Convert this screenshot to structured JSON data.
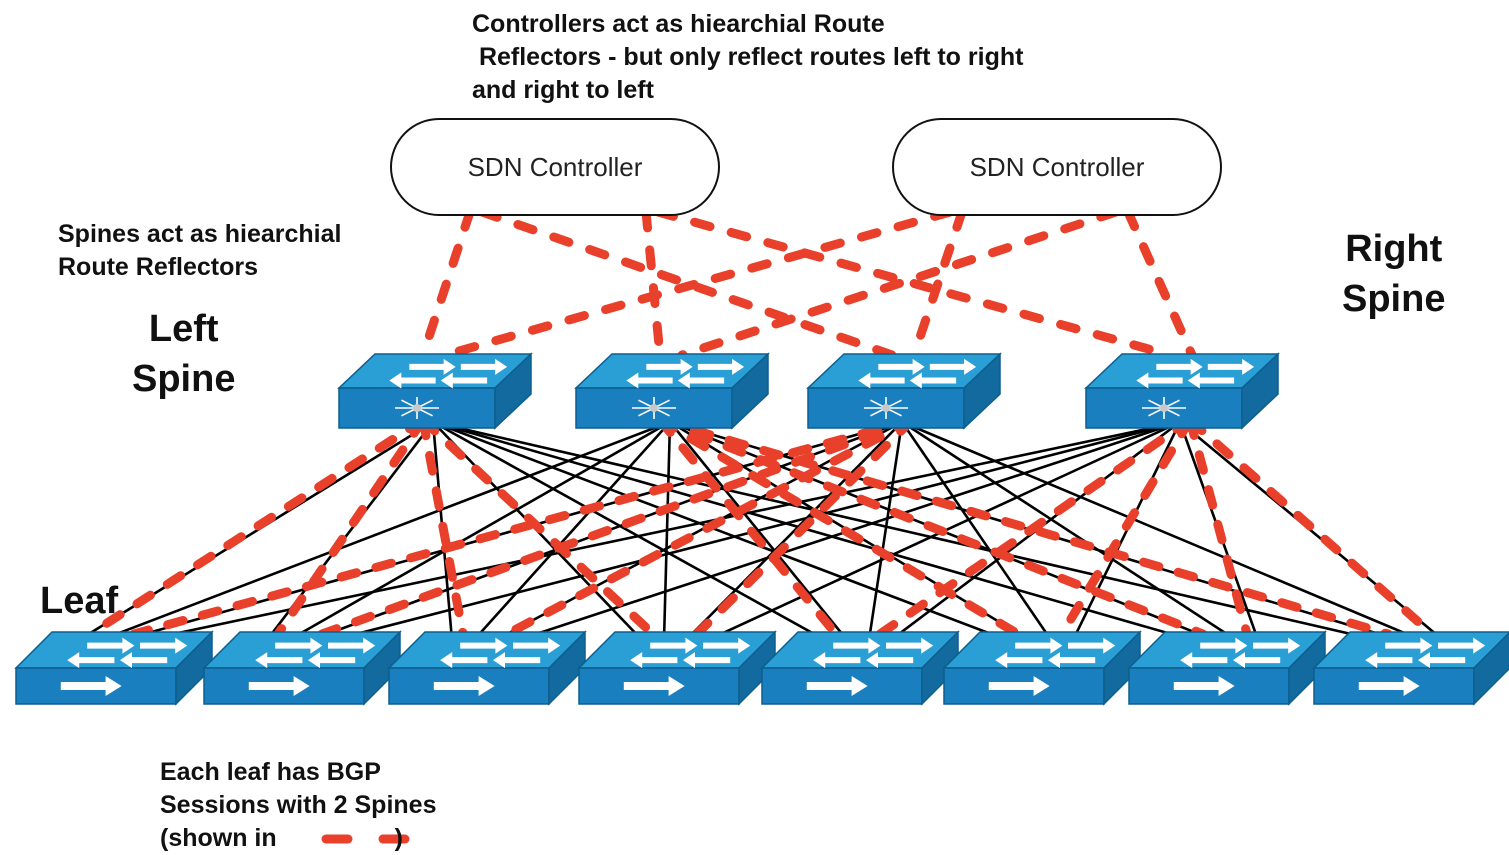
{
  "notes": {
    "controllers_note": [
      "Controllers act as hiearchial Route",
      " Reflectors - but only reflect routes left to right",
      "and right to left"
    ],
    "spines_note": [
      "Spines act as hiearchial",
      "Route Reflectors"
    ],
    "leaf_note": [
      "Each leaf has BGP",
      "Sessions with 2 Spines",
      "(shown in",
      ")"
    ]
  },
  "labels": {
    "left_spine": [
      "Left",
      "Spine"
    ],
    "right_spine": [
      "Right",
      "Spine"
    ],
    "leaf": "Leaf"
  },
  "controllers": [
    {
      "label": "SDN Controller"
    },
    {
      "label": "SDN Controller"
    }
  ],
  "spine_count": 4,
  "leaf_count": 8,
  "colors": {
    "switch_top": "#2a9fd6",
    "switch_front": "#1a7fbf",
    "switch_side": "#126a9e",
    "physical_link": "#000000",
    "bgp_session": "#e8402a"
  },
  "bgp_sessions": [
    {
      "leaf": 1,
      "spines": [
        1,
        3
      ]
    },
    {
      "leaf": 2,
      "spines": [
        1,
        3
      ]
    },
    {
      "leaf": 3,
      "spines": [
        1,
        3
      ]
    },
    {
      "leaf": 4,
      "spines": [
        1,
        3
      ]
    },
    {
      "leaf": 5,
      "spines": [
        2,
        4
      ]
    },
    {
      "leaf": 6,
      "spines": [
        2,
        4
      ]
    },
    {
      "leaf": 7,
      "spines": [
        2,
        4
      ]
    },
    {
      "leaf": 8,
      "spines": [
        2,
        4
      ]
    }
  ],
  "controller_sessions": [
    {
      "controller": 1,
      "spines": [
        1,
        2,
        3,
        4
      ]
    },
    {
      "controller": 2,
      "spines": [
        1,
        2,
        3,
        4
      ]
    }
  ]
}
